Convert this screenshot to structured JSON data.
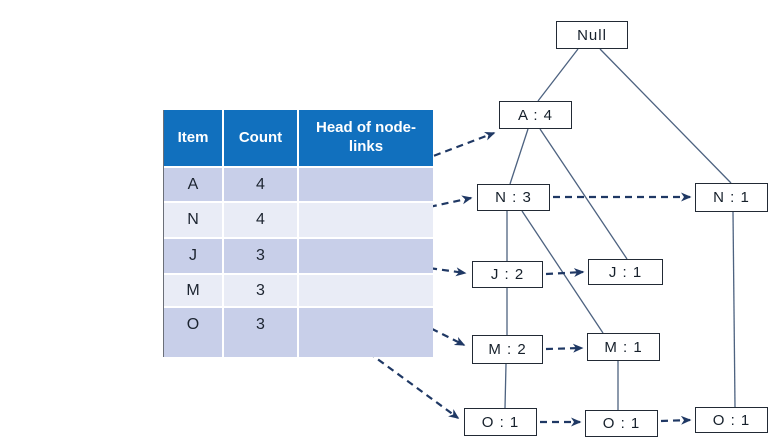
{
  "colors": {
    "table_header_bg": "#1170be",
    "table_band_dark": "#c8cfe9",
    "table_band_light": "#e9ecf6",
    "tree_line": "#4d6280",
    "link_arrow": "#1f3864",
    "node_border": "#222a35",
    "header_text": "#ffffff"
  },
  "header_table": {
    "columns": [
      "Item",
      "Count",
      "Head of node-links"
    ],
    "rows": [
      {
        "item": "A",
        "count": "4"
      },
      {
        "item": "N",
        "count": "4"
      },
      {
        "item": "J",
        "count": "3"
      },
      {
        "item": "M",
        "count": "3"
      },
      {
        "item": "O",
        "count": "3"
      }
    ]
  },
  "tree": {
    "nodes": [
      {
        "id": "null",
        "label": "Null"
      },
      {
        "id": "a4",
        "label": "A : 4"
      },
      {
        "id": "n3",
        "label": "N : 3"
      },
      {
        "id": "n1",
        "label": "N : 1"
      },
      {
        "id": "j2",
        "label": "J : 2"
      },
      {
        "id": "j1",
        "label": "J : 1"
      },
      {
        "id": "m2",
        "label": "M : 2"
      },
      {
        "id": "m1",
        "label": "M : 1"
      },
      {
        "id": "o1a",
        "label": "O : 1"
      },
      {
        "id": "o1b",
        "label": "O : 1"
      },
      {
        "id": "o1c",
        "label": "O : 1"
      }
    ],
    "edges": [
      [
        "null",
        "a4"
      ],
      [
        "null",
        "n1"
      ],
      [
        "a4",
        "n3"
      ],
      [
        "a4",
        "j1"
      ],
      [
        "n3",
        "j2"
      ],
      [
        "n3",
        "m1"
      ],
      [
        "j2",
        "m2"
      ],
      [
        "m2",
        "o1a"
      ],
      [
        "m1",
        "o1b"
      ],
      [
        "n1",
        "o1c"
      ]
    ],
    "node_links": [
      [
        "n3",
        "n1"
      ],
      [
        "j2",
        "j1"
      ],
      [
        "m2",
        "m1"
      ],
      [
        "o1a",
        "o1b"
      ],
      [
        "o1b",
        "o1c"
      ]
    ],
    "head_pointers": [
      {
        "row": "A",
        "target": "a4"
      },
      {
        "row": "N",
        "target": "n3"
      },
      {
        "row": "J",
        "target": "j2"
      },
      {
        "row": "M",
        "target": "m2"
      },
      {
        "row": "O",
        "target": "o1a"
      }
    ]
  }
}
